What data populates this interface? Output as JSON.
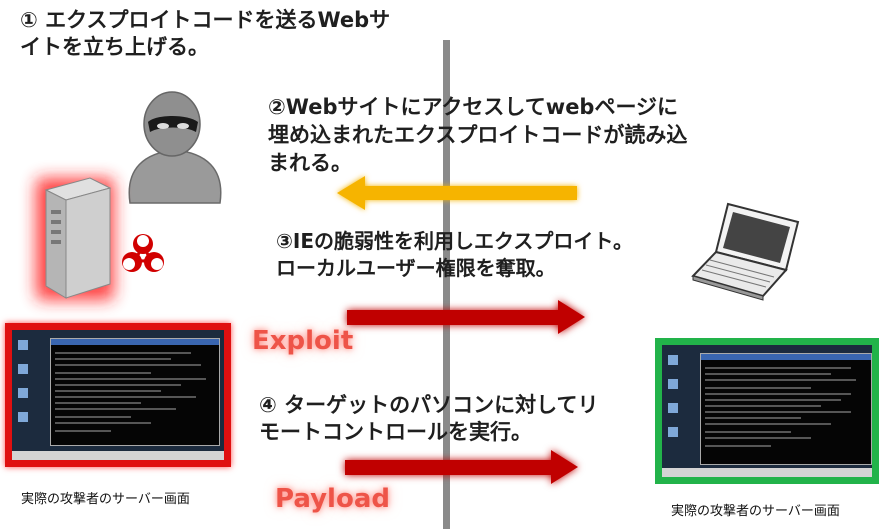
{
  "steps": {
    "step1_line1": "① エクスプロイトコードを送るWebサ",
    "step1_line2": "イトを立ち上げる。",
    "step2_line1": "②Webサイトにアクセスしてwebページに",
    "step2_line2": "埋め込まれたエクスプロイトコードが読み込",
    "step2_line3": "まれる。",
    "step3_line1": "③IEの脆弱性を利用しエクスプロイト。",
    "step3_line2": "ローカルユーザー権限を奪取。",
    "step4_line1": "④ ターゲットのパソコンに対してリ",
    "step4_line2": "モートコントロールを実行。"
  },
  "labels": {
    "exploit": "Exploit",
    "payload": "Payload"
  },
  "captions": {
    "left": "実際の攻撃者のサーバー画面",
    "right": "実際の攻撃者のサーバー画面"
  },
  "colors": {
    "left_frame": "#e01010",
    "right_frame": "#22b34a",
    "yellow_arrow": "#f6b400",
    "red_arrow": "#c00000",
    "divider": "#8a8a8a"
  },
  "icons": {
    "attacker": "hooded-attacker-icon",
    "server": "server-tower-icon",
    "biohazard": "biohazard-icon",
    "victim": "laptop-icon"
  }
}
